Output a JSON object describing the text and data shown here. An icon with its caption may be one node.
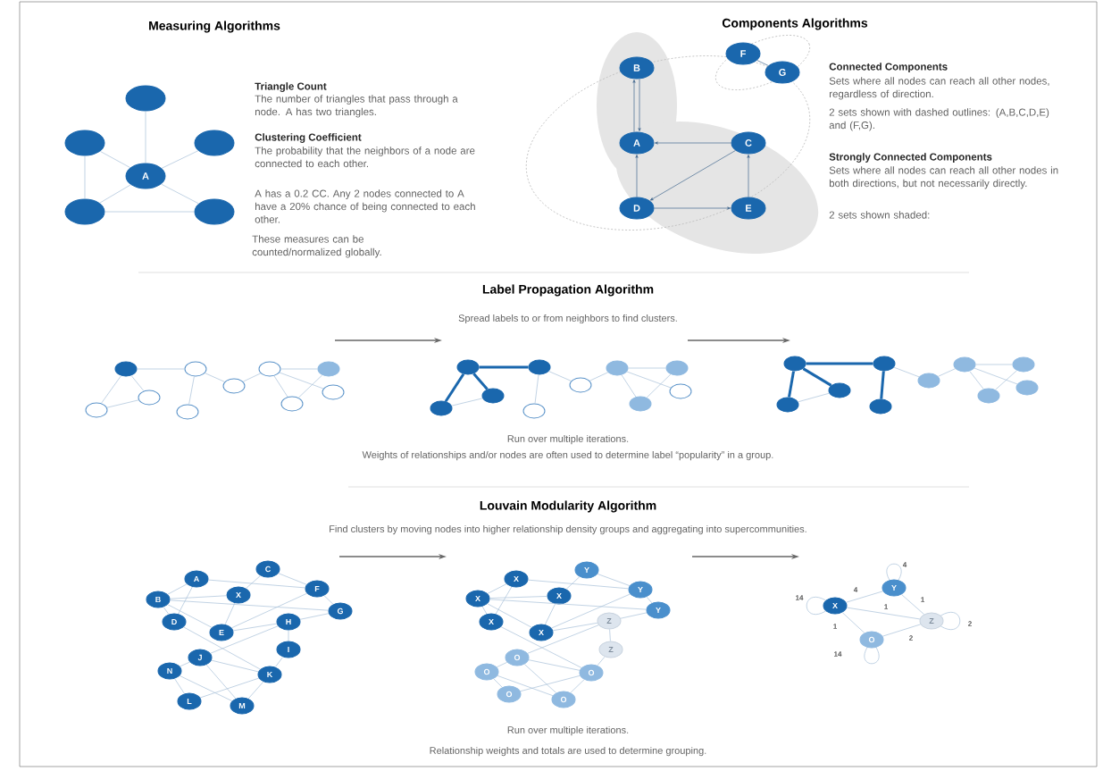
{
  "diagram": {
    "nodes": [
      {
        "text": [],
        "shape": "circle"
      },
      {
        "text": [],
        "shape": "circle"
      },
      {
        "text": [],
        "shape": "circle"
      },
      {
        "text": [
          "A"
        ]
      },
      {
        "text": [],
        "shape": "circle"
      },
      {
        "text": [],
        "shape": "circle"
      },
      {
        "text": [
          "B"
        ]
      },
      {
        "text": [
          "F"
        ]
      },
      {
        "text": [
          "G"
        ]
      },
      {
        "text": [
          "A"
        ]
      },
      {
        "text": [
          "C"
        ]
      },
      {
        "text": [
          "D"
        ]
      },
      {
        "text": [
          "E"
        ]
      },
      {
        "text": [],
        "shape": "circle"
      },
      {
        "text": [],
        "shape": "circle"
      },
      {
        "text": [],
        "shape": "circle"
      },
      {
        "text": [],
        "shape": "circle"
      },
      {
        "text": [],
        "shape": "circle"
      },
      {
        "text": [],
        "shape": "circle"
      },
      {
        "text": [],
        "shape": "circle"
      },
      {
        "text": [],
        "shape": "circle"
      },
      {
        "text": [],
        "shape": "circle"
      },
      {
        "text": [],
        "shape": "circle"
      },
      {
        "text": [],
        "shape": "circle"
      },
      {
        "text": [],
        "shape": "circle"
      },
      {
        "text": [],
        "shape": "circle"
      },
      {
        "text": [],
        "shape": "circle"
      },
      {
        "text": [],
        "shape": "circle"
      },
      {
        "text": [],
        "shape": "circle"
      },
      {
        "text": [],
        "shape": "circle"
      },
      {
        "text": [],
        "shape": "circle"
      },
      {
        "text": [],
        "shape": "circle"
      },
      {
        "text": [],
        "shape": "circle"
      },
      {
        "text": [],
        "shape": "circle"
      },
      {
        "text": [],
        "shape": "circle"
      },
      {
        "text": [],
        "shape": "circle"
      },
      {
        "text": [],
        "shape": "circle"
      },
      {
        "text": [],
        "shape": "circle"
      },
      {
        "text": [],
        "shape": "circle"
      },
      {
        "text": [],
        "shape": "circle"
      },
      {
        "text": [],
        "shape": "circle"
      },
      {
        "text": [],
        "shape": "circle"
      },
      {
        "text": [],
        "shape": "circle"
      },
      {
        "text": [
          "A"
        ]
      },
      {
        "text": [
          "C"
        ]
      },
      {
        "text": [
          "B"
        ]
      },
      {
        "text": [
          "X"
        ]
      },
      {
        "text": [
          "F"
        ]
      },
      {
        "text": [
          "D"
        ]
      },
      {
        "text": [
          "G"
        ]
      },
      {
        "text": [
          "H"
        ]
      },
      {
        "text": [
          "E"
        ]
      },
      {
        "text": [
          "I"
        ]
      },
      {
        "text": [
          "J"
        ]
      },
      {
        "text": [
          "N"
        ]
      },
      {
        "text": [
          "K"
        ]
      },
      {
        "text": [
          "L"
        ]
      },
      {
        "text": [
          "M"
        ]
      },
      {
        "text": [
          "X"
        ]
      },
      {
        "text": [
          "Y"
        ]
      },
      {
        "text": [
          "X"
        ]
      },
      {
        "text": [
          "X"
        ]
      },
      {
        "text": [
          "Y"
        ]
      },
      {
        "text": [
          "X"
        ]
      },
      {
        "text": [
          "Y"
        ]
      },
      {
        "text": [
          "Z"
        ]
      },
      {
        "text": [
          "X"
        ]
      },
      {
        "text": [
          "Z"
        ]
      },
      {
        "text": [
          "O"
        ]
      },
      {
        "text": [
          "O"
        ]
      },
      {
        "text": [
          "O"
        ]
      },
      {
        "text": [
          "O"
        ]
      },
      {
        "text": [
          "O"
        ]
      },
      {
        "text": [
          "Y"
        ]
      },
      {
        "text": [
          "X"
        ]
      },
      {
        "text": [
          "Z"
        ]
      },
      {
        "text": [
          "O"
        ]
      }
    ],
    "edges": [
      {
        "from": 3,
        "to": 0,
        "arrow": "none"
      },
      {
        "from": 3,
        "to": 1,
        "arrow": "none"
      },
      {
        "from": 3,
        "to": 2,
        "arrow": "none"
      },
      {
        "from": 3,
        "to": 4,
        "arrow": "none"
      },
      {
        "from": 3,
        "to": 5,
        "arrow": "none"
      },
      {
        "from": 1,
        "to": 4,
        "arrow": "none"
      },
      {
        "from": 4,
        "to": 5,
        "arrow": "none"
      },
      {
        "from": 9,
        "to": 6,
        "arrow": "to",
        "color": "#44698f"
      },
      {
        "from": 6,
        "to": 9,
        "arrow": "to",
        "color": "#44698f"
      },
      {
        "from": 10,
        "to": 9,
        "arrow": "to",
        "color": "#44698f"
      },
      {
        "from": 10,
        "to": 11,
        "arrow": "to",
        "color": "#44698f"
      },
      {
        "from": 11,
        "to": 9,
        "arrow": "to",
        "color": "#44698f"
      },
      {
        "from": 11,
        "to": 12,
        "arrow": "to",
        "color": "#44698f"
      },
      {
        "from": 12,
        "to": 10,
        "arrow": "to",
        "color": "#44698f"
      },
      {
        "from": 7,
        "to": 8,
        "arrow": "none",
        "color": "#44698f"
      },
      {
        "from": 13,
        "to": 14,
        "arrow": "none"
      },
      {
        "from": 13,
        "to": 15,
        "arrow": "none"
      },
      {
        "from": 13,
        "to": 16,
        "arrow": "none"
      },
      {
        "from": 16,
        "to": 15,
        "arrow": "none"
      },
      {
        "from": 14,
        "to": 17,
        "arrow": "none"
      },
      {
        "from": 14,
        "to": 18,
        "arrow": "none"
      },
      {
        "from": 18,
        "to": 19,
        "arrow": "none"
      },
      {
        "from": 19,
        "to": 20,
        "arrow": "none"
      },
      {
        "from": 19,
        "to": 22,
        "arrow": "none"
      },
      {
        "from": 19,
        "to": 21,
        "arrow": "none"
      },
      {
        "from": 20,
        "to": 22,
        "arrow": "none"
      },
      {
        "from": 23,
        "to": 24,
        "arrow": "none",
        "style": "thick",
        "color": "#1a67ad"
      },
      {
        "from": 23,
        "to": 25,
        "arrow": "none",
        "style": "thick",
        "color": "#1a67ad"
      },
      {
        "from": 23,
        "to": 26,
        "arrow": "none",
        "style": "thick",
        "color": "#1a67ad"
      },
      {
        "from": 26,
        "to": 25,
        "arrow": "none"
      },
      {
        "from": 24,
        "to": 27,
        "arrow": "none"
      },
      {
        "from": 24,
        "to": 28,
        "arrow": "none"
      },
      {
        "from": 28,
        "to": 29,
        "arrow": "none"
      },
      {
        "from": 29,
        "to": 30,
        "arrow": "none"
      },
      {
        "from": 29,
        "to": 32,
        "arrow": "none"
      },
      {
        "from": 29,
        "to": 31,
        "arrow": "none"
      },
      {
        "from": 30,
        "to": 32,
        "arrow": "none"
      },
      {
        "from": 33,
        "to": 34,
        "arrow": "none",
        "style": "thick",
        "color": "#1a67ad"
      },
      {
        "from": 33,
        "to": 35,
        "arrow": "none",
        "style": "thick",
        "color": "#1a67ad"
      },
      {
        "from": 33,
        "to": 36,
        "arrow": "none",
        "style": "thick",
        "color": "#1a67ad"
      },
      {
        "from": 36,
        "to": 35,
        "arrow": "none"
      },
      {
        "from": 34,
        "to": 37,
        "arrow": "none",
        "style": "thick",
        "color": "#1a67ad"
      },
      {
        "from": 34,
        "to": 38,
        "arrow": "none"
      },
      {
        "from": 38,
        "to": 39,
        "arrow": "none"
      },
      {
        "from": 39,
        "to": 40,
        "arrow": "none"
      },
      {
        "from": 39,
        "to": 42,
        "arrow": "none"
      },
      {
        "from": 39,
        "to": 41,
        "arrow": "none"
      },
      {
        "from": 40,
        "to": 42,
        "arrow": "none"
      },
      {
        "from": 43,
        "to": 45,
        "arrow": "none"
      },
      {
        "from": 43,
        "to": 48,
        "arrow": "none"
      },
      {
        "from": 43,
        "to": 47,
        "arrow": "none"
      },
      {
        "from": 45,
        "to": 46,
        "arrow": "none"
      },
      {
        "from": 45,
        "to": 48,
        "arrow": "none"
      },
      {
        "from": 45,
        "to": 51,
        "arrow": "none"
      },
      {
        "from": 45,
        "to": 49,
        "arrow": "none"
      },
      {
        "from": 44,
        "to": 46,
        "arrow": "none"
      },
      {
        "from": 44,
        "to": 47,
        "arrow": "none"
      },
      {
        "from": 46,
        "to": 51,
        "arrow": "none"
      },
      {
        "from": 51,
        "to": 47,
        "arrow": "none"
      },
      {
        "from": 51,
        "to": 50,
        "arrow": "none"
      },
      {
        "from": 48,
        "to": 55,
        "arrow": "none"
      },
      {
        "from": 50,
        "to": 52,
        "arrow": "none"
      },
      {
        "from": 50,
        "to": 53,
        "arrow": "none"
      },
      {
        "from": 49,
        "to": 50,
        "arrow": "none"
      },
      {
        "from": 47,
        "to": 49,
        "arrow": "none"
      },
      {
        "from": 52,
        "to": 55,
        "arrow": "none"
      },
      {
        "from": 53,
        "to": 55,
        "arrow": "none"
      },
      {
        "from": 53,
        "to": 57,
        "arrow": "none"
      },
      {
        "from": 54,
        "to": 53,
        "arrow": "none"
      },
      {
        "from": 54,
        "to": 56,
        "arrow": "none"
      },
      {
        "from": 54,
        "to": 57,
        "arrow": "none"
      },
      {
        "from": 56,
        "to": 55,
        "arrow": "none"
      },
      {
        "from": 55,
        "to": 57,
        "arrow": "none"
      },
      {
        "from": 58,
        "to": 60,
        "arrow": "none"
      },
      {
        "from": 58,
        "to": 63,
        "arrow": "none"
      },
      {
        "from": 58,
        "to": 62,
        "arrow": "none"
      },
      {
        "from": 60,
        "to": 61,
        "arrow": "none"
      },
      {
        "from": 60,
        "to": 63,
        "arrow": "none"
      },
      {
        "from": 60,
        "to": 66,
        "arrow": "none"
      },
      {
        "from": 60,
        "to": 64,
        "arrow": "none"
      },
      {
        "from": 59,
        "to": 61,
        "arrow": "none"
      },
      {
        "from": 59,
        "to": 62,
        "arrow": "none"
      },
      {
        "from": 61,
        "to": 66,
        "arrow": "none"
      },
      {
        "from": 66,
        "to": 62,
        "arrow": "none"
      },
      {
        "from": 66,
        "to": 65,
        "arrow": "none"
      },
      {
        "from": 63,
        "to": 70,
        "arrow": "none"
      },
      {
        "from": 65,
        "to": 67,
        "arrow": "none"
      },
      {
        "from": 65,
        "to": 68,
        "arrow": "none"
      },
      {
        "from": 64,
        "to": 65,
        "arrow": "none"
      },
      {
        "from": 62,
        "to": 64,
        "arrow": "none"
      },
      {
        "from": 67,
        "to": 70,
        "arrow": "none"
      },
      {
        "from": 68,
        "to": 70,
        "arrow": "none"
      },
      {
        "from": 68,
        "to": 72,
        "arrow": "none"
      },
      {
        "from": 69,
        "to": 68,
        "arrow": "none"
      },
      {
        "from": 69,
        "to": 71,
        "arrow": "none"
      },
      {
        "from": 69,
        "to": 72,
        "arrow": "none"
      },
      {
        "from": 71,
        "to": 70,
        "arrow": "none"
      },
      {
        "from": 70,
        "to": 72,
        "arrow": "none"
      },
      {
        "from": 74,
        "to": 74,
        "arrow": "none",
        "label": "14"
      },
      {
        "from": 73,
        "to": 73,
        "arrow": "none",
        "label": "4"
      },
      {
        "from": 75,
        "to": 75,
        "arrow": "none",
        "label": "2"
      },
      {
        "from": 76,
        "to": 76,
        "arrow": "none",
        "label": "14"
      },
      {
        "from": 74,
        "to": 73,
        "arrow": "none",
        "label": "4"
      },
      {
        "from": 74,
        "to": 75,
        "arrow": "none",
        "label": "1"
      },
      {
        "from": 73,
        "to": 75,
        "arrow": "none",
        "label": "1"
      },
      {
        "from": 74,
        "to": 76,
        "arrow": "none",
        "label": "1"
      },
      {
        "from": 76,
        "to": 75,
        "arrow": "none",
        "label": "2"
      }
    ],
    "labels": [
      "Measuring Algorithms",
      "Triangle Count",
      "The number of triangles that pass through a node. A has two triangles.",
      "Clustering Coefficient",
      "The probability that the neighbors of a node are connected to each other.",
      "A has a 0.2 CC. Any 2 nodes connected to A have a 20% chance of being connected to each other.",
      "These measures can be counted/normalized globally.",
      "Components Algorithms",
      "Connected Components",
      "Sets where all nodes can reach all other nodes, regardless of direction.",
      "2 sets shown with dashed outlines: (A,B,C,D,E) and (F,G).",
      "Strongly Connected Components",
      "Sets where all nodes can reach all other nodes in both directions, but not necessarily directly.",
      "2 sets shown shaded:",
      "Label Propagation Algorithm",
      "Spread labels to or from neighbors to find clusters.",
      "Run over multiple iterations.",
      "Weights of relationships and/or nodes are often used to determine label “popularity” in a group.",
      "Louvain Modularity Algorithm",
      "Find clusters by moving nodes into higher relationship density groups and aggregating into supercommunities.",
      "Run over multiple iterations.",
      "Relationship weights and totals are used to determine grouping."
    ]
  }
}
